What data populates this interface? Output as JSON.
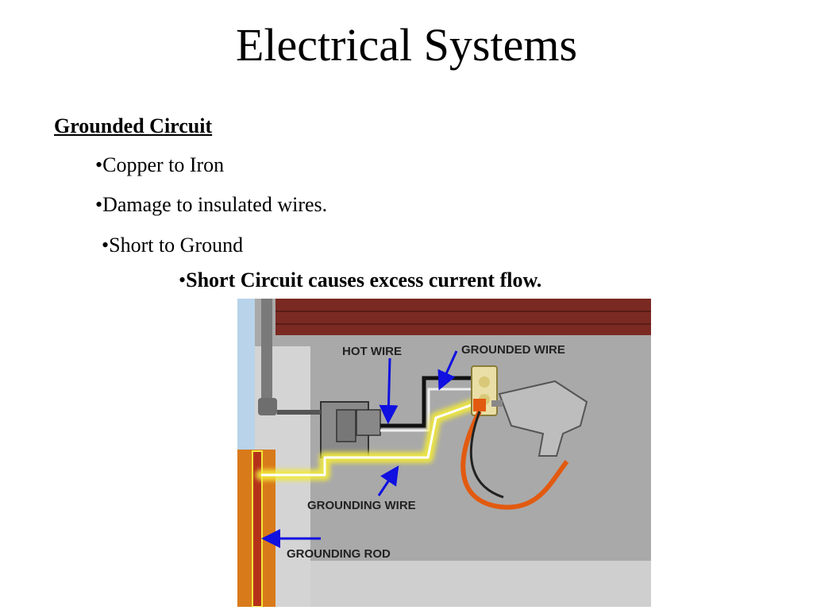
{
  "slide": {
    "title": "Electrical Systems",
    "subheading": "Grounded Circuit",
    "bullets": [
      "•Copper to Iron",
      "•Damage to insulated wires.",
      "•Short to Ground"
    ],
    "sub_bullet": {
      "marker": "•",
      "text": "Short Circuit causes excess current flow."
    }
  },
  "diagram": {
    "labels": {
      "hot_wire": "HOT WIRE",
      "grounded_wire": "GROUNDED WIRE",
      "grounding_wire": "GROUNDING WIRE",
      "grounding_rod": "GROUNDING ROD"
    },
    "colors": {
      "wall": "#a9a9a9",
      "foundation": "#d4d4d4",
      "brick": "#7a2a22",
      "sky": "#b8d3ea",
      "earth": "#d97a1a",
      "glow": "#f2ea3a",
      "arrow": "#1010e0",
      "cord": "#e25a10"
    }
  }
}
